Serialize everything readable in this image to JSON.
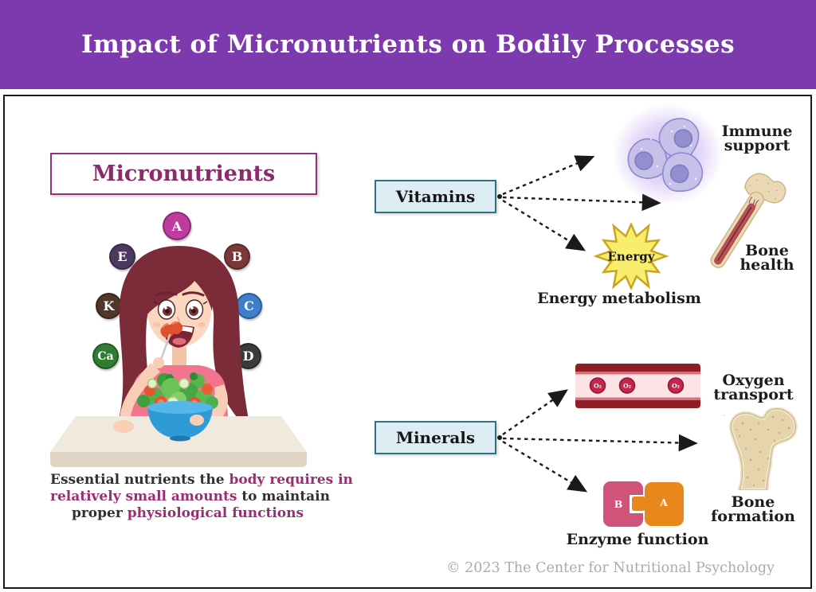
{
  "header": {
    "title": "Impact of Micronutrients on Bodily Processes",
    "bg_color": "#7C3AAE"
  },
  "left": {
    "box_title": "Micronutrients",
    "vitamins": [
      {
        "label": "A",
        "color": "#BE3C9E"
      },
      {
        "label": "E",
        "color": "#4C3960"
      },
      {
        "label": "B",
        "color": "#7B3838"
      },
      {
        "label": "K",
        "color": "#503729"
      },
      {
        "label": "C",
        "color": "#3E7ECB"
      },
      {
        "label": "Ca",
        "color": "#2E7D32"
      },
      {
        "label": "D",
        "color": "#3B3B3B"
      }
    ],
    "caption": {
      "accent_color": "#9C2C74",
      "lines": [
        {
          "segments": [
            {
              "text": "Essential nutrients the "
            },
            {
              "text": "body requires in"
            }
          ]
        },
        {
          "segments": [
            {
              "text": "relatively small amounts"
            },
            {
              "text": " to maintain"
            }
          ]
        },
        {
          "segments": [
            {
              "text": "proper "
            },
            {
              "text": "physiological functions"
            }
          ]
        }
      ]
    }
  },
  "diagram": {
    "vitamins": {
      "label": "Vitamins",
      "targets": [
        "Immune support",
        "Bone health",
        "Energy metabolism"
      ]
    },
    "minerals": {
      "label": "Minerals",
      "targets": [
        "Oxygen transport",
        "Bone formation",
        "Enzyme function"
      ]
    },
    "energy_label": "Energy",
    "o2_label": "O₂",
    "enzyme_labels": {
      "b": "B",
      "a": "A"
    }
  },
  "footer": {
    "copyright": "© 2023 The Center for Nutritional Psychology"
  }
}
